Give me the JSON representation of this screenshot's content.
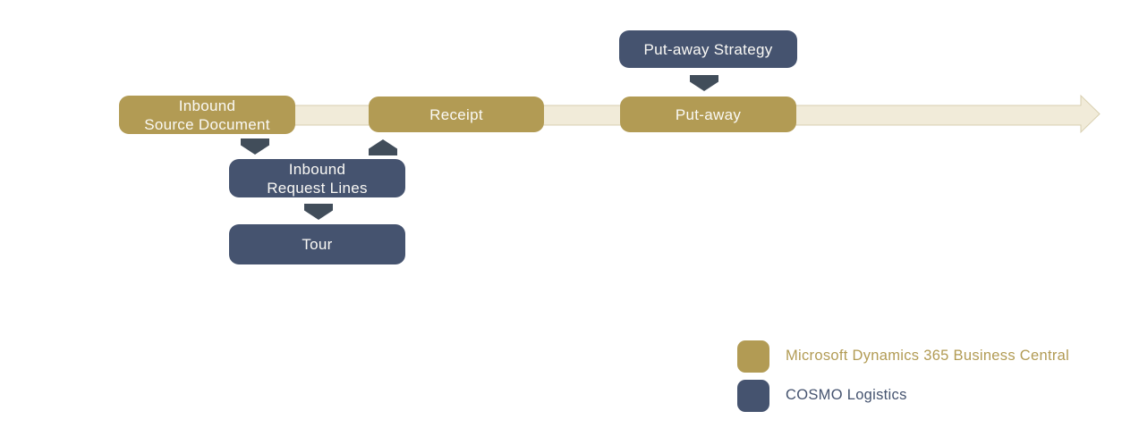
{
  "colors": {
    "background": "#ffffff",
    "gold": "#b29b54",
    "dark_blue": "#45536f",
    "connector": "#414d5a",
    "timeline_fill": "#f1ebd9",
    "timeline_border": "#d8cfb0",
    "box_text": "#faf9f5"
  },
  "nodes": {
    "inbound_source_document": {
      "line1": "Inbound",
      "line2": "Source Document"
    },
    "receipt": {
      "label": "Receipt"
    },
    "put_away": {
      "label": "Put-away"
    },
    "put_away_strategy": {
      "label": "Put-away Strategy"
    },
    "inbound_request_lines": {
      "line1": "Inbound",
      "line2": "Request Lines"
    },
    "tour": {
      "label": "Tour"
    }
  },
  "legend": {
    "items": [
      {
        "label": "Microsoft Dynamics 365 Business Central",
        "color": "#b29b54"
      },
      {
        "label": "COSMO Logistics",
        "color": "#45536f"
      }
    ]
  }
}
